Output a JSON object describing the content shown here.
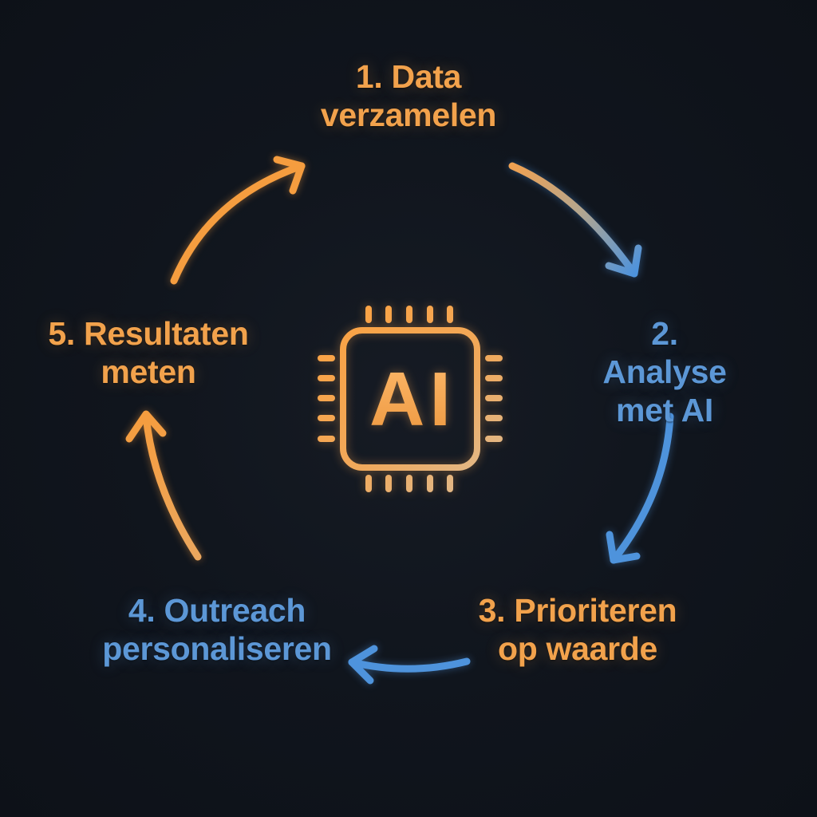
{
  "center": {
    "chip_label": "AI"
  },
  "steps": [
    {
      "label": "1. Data\nverzamelen",
      "color": "#f2a24c",
      "position": "top"
    },
    {
      "label": "2. Analyse\nmet AI",
      "color": "#5c97d6",
      "position": "right"
    },
    {
      "label": "3. Prioriteren\nop waarde",
      "color": "#f2a24c",
      "position": "bottom-right"
    },
    {
      "label": "4. Outreach\npersonaliseren",
      "color": "#5c97d6",
      "position": "bottom-left"
    },
    {
      "label": "5. Resultaten\nmeten",
      "color": "#f2a24c",
      "position": "left"
    }
  ],
  "colors": {
    "background": "#10151d",
    "orange_text": "#f2a24c",
    "blue_text": "#5c97d6",
    "arrow_orange": "#f59d3f",
    "arrow_blue": "#4e93dc",
    "chip_gradient_start": "#f9a544",
    "chip_gradient_end": "#ddbd96"
  }
}
